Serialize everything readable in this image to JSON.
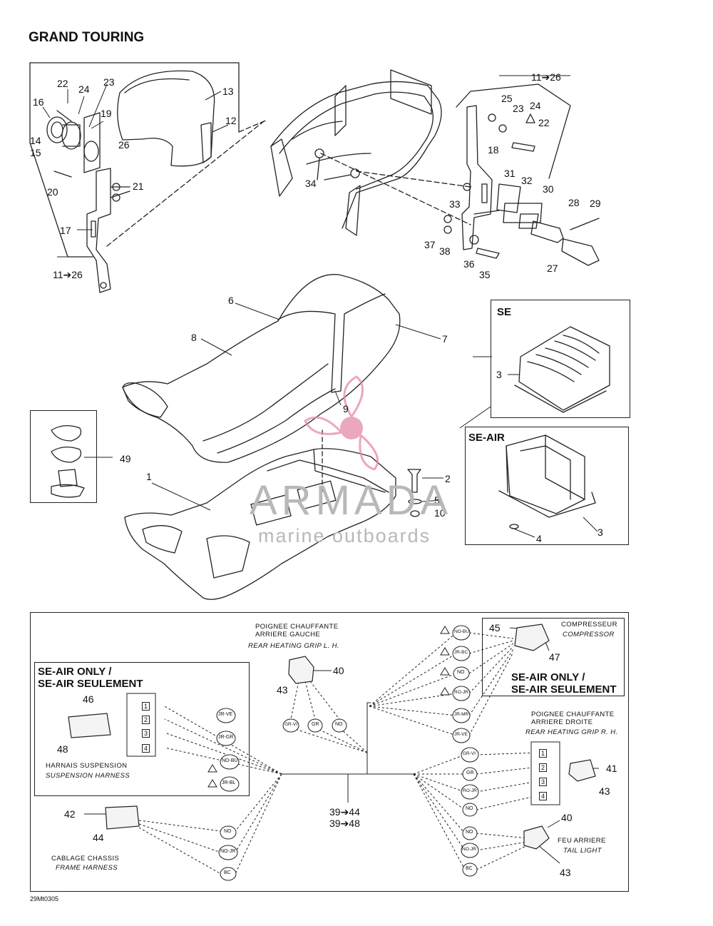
{
  "page_title": "GRAND TOURING",
  "callouts": {
    "n1": "1",
    "n2": "2",
    "n3a": "3",
    "n3b": "3",
    "n4": "4",
    "n5": "5",
    "n6": "6",
    "n7": "7",
    "n8": "8",
    "n9": "9",
    "n10": "10",
    "n11_26a": "11➔26",
    "n11_26b": "11➔26",
    "n12": "12",
    "n13": "13",
    "n14": "14",
    "n15": "15",
    "n16": "16",
    "n17": "17",
    "n18": "18",
    "n19": "19",
    "n20": "20",
    "n21": "21",
    "n22a": "22",
    "n22b": "22",
    "n23a": "23",
    "n23b": "23",
    "n24a": "24",
    "n24b": "24",
    "n25": "25",
    "n26": "26",
    "n27": "27",
    "n28": "28",
    "n29": "29",
    "n30": "30",
    "n31": "31",
    "n32": "32",
    "n33": "33",
    "n34": "34",
    "n35": "35",
    "n36": "36",
    "n37": "37",
    "n38": "38",
    "n40a": "40",
    "n40b": "40",
    "n41": "41",
    "n42": "42",
    "n43a": "43",
    "n43b": "43",
    "n43c": "43",
    "n44": "44",
    "n45": "45",
    "n46": "46",
    "n47": "47",
    "n48": "48",
    "n49": "49",
    "n39_44": "39➔44",
    "n39_48": "39➔48"
  },
  "boxes": {
    "se_title": "SE",
    "se_air_title": "SE-AIR",
    "se_air_only_1": "SE-AIR ONLY /",
    "se_air_only_2": "SE-AIR SEULEMENT",
    "se_air_only_r1": "SE-AIR ONLY /",
    "se_air_only_r2": "SE-AIR SEULEMENT"
  },
  "wiring_labels": {
    "grip_left_fr1": "POIGNEE CHAUFFANTE",
    "grip_left_fr2": "ARRIERE GAUCHE",
    "grip_left_en": "REAR HEATING GRIP L. H.",
    "compressor_fr": "COMPRESSEUR",
    "compressor_en": "COMPRESSOR",
    "grip_right_fr1": "POIGNEE CHAUFFANTE",
    "grip_right_fr2": "ARRIERE DROITE",
    "grip_right_en": "REAR HEATING GRIP R. H.",
    "suspension_fr": "HARNAIS SUSPENSION",
    "suspension_en": "SUSPENSION HARNESS",
    "frame_fr": "CABLAGE CHASSIS",
    "frame_en": "FRAME HARNESS",
    "tail_fr": "FEU ARRIERE",
    "tail_en": "TAIL LIGHT"
  },
  "wire_codes": {
    "jr_ve": "JR-VE",
    "jr_gr": "JR-GR",
    "no_bu": "NO-BU",
    "jr_bl": "JR-BL",
    "no_a": "NO",
    "no_jr_a": "NO-JR",
    "bc_a": "BC",
    "gr_vi": "GR-VI",
    "gr": "GR",
    "no_b": "NO",
    "c_no_bu": "NO-BU",
    "c_jr_bc": "JR-BC",
    "c_no": "NO",
    "c_ro_jr": "RO-JR",
    "c_jr_mr": "JR-MR",
    "c_jr_ve": "JR-VE",
    "r_gr_vi": "GR-VI",
    "r_gr": "GR",
    "r_ro_jr": "RO-JR",
    "r_no": "NO",
    "t_no": "NO",
    "t_no_jr": "NO-JR",
    "t_bc": "BC"
  },
  "pin_numbers": {
    "p1": "1",
    "p2": "2",
    "p3": "3",
    "p4": "4",
    "q1": "1",
    "q2": "2",
    "q3": "3",
    "q4": "4"
  },
  "warning_mark": "!",
  "drawing_code": "29Mt0305",
  "watermark": {
    "brand": "ARMADA",
    "tagline": "marine outboards",
    "accent_color": "#e58aa8"
  }
}
